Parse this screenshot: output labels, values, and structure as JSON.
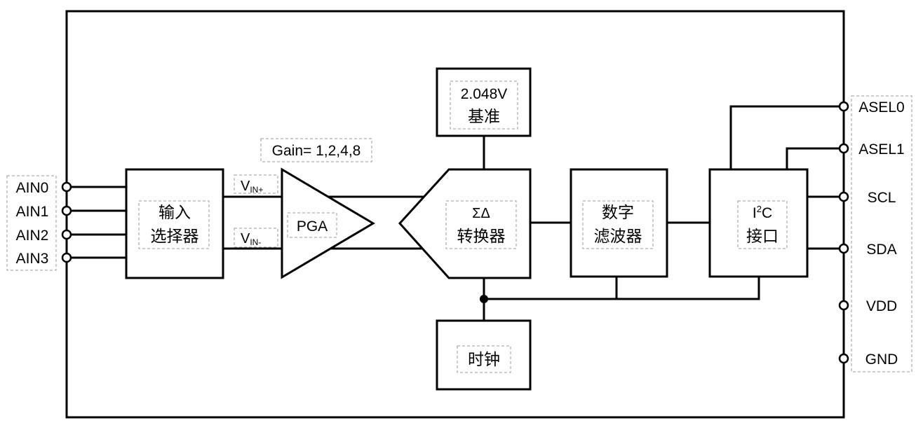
{
  "pins_left": [
    "AIN0",
    "AIN1",
    "AIN2",
    "AIN3"
  ],
  "pins_right": [
    "ASEL0",
    "ASEL1",
    "SCL",
    "SDA",
    "VDD",
    "GND"
  ],
  "mux": {
    "line1": "输入",
    "line2": "选择器"
  },
  "pga": {
    "label": "PGA",
    "gain": "Gain= 1,2,4,8",
    "vin_plus_main": "V",
    "vin_plus_sub": "IN+",
    "vin_minus_main": "V",
    "vin_minus_sub": "IN-"
  },
  "reference": {
    "line1": "2.048V",
    "line2": "基准"
  },
  "adc": {
    "line1": "ΣΔ",
    "line2": "转换器"
  },
  "filter": {
    "line1": "数字",
    "line2": "滤波器"
  },
  "i2c": {
    "line1_main": "I",
    "line1_sup": "2",
    "line1_tail": "C",
    "line2": "接口"
  },
  "clock": {
    "label": "时钟"
  }
}
